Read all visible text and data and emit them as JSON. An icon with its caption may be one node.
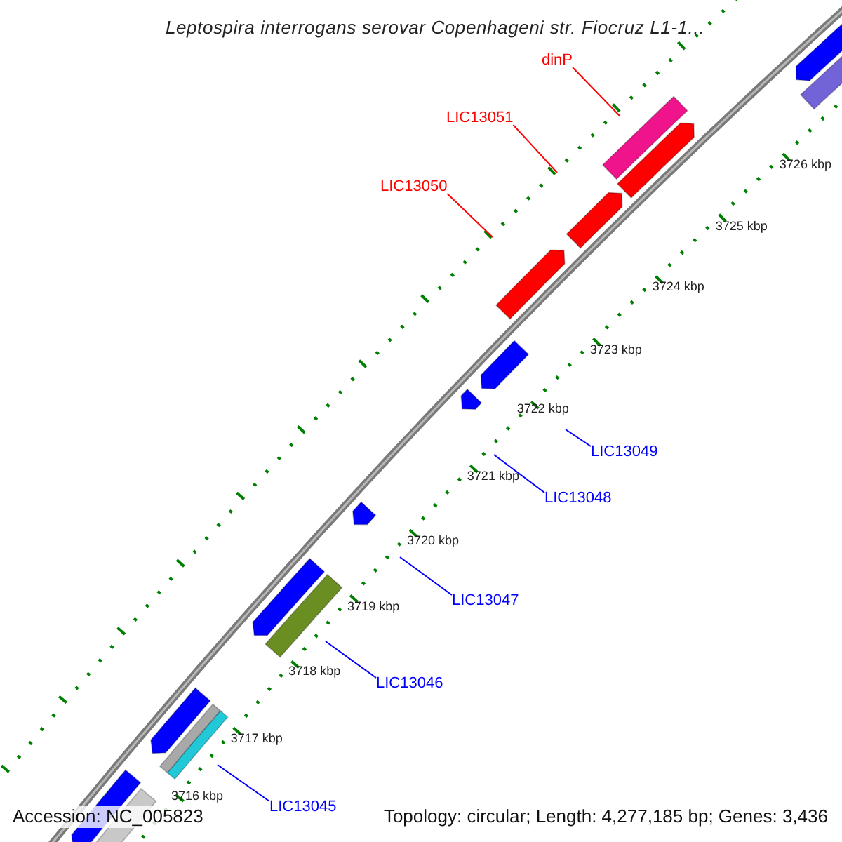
{
  "diagram": {
    "title": "Leptospira interrogans serovar Copenhageni str. Fiocruz L1-1...",
    "nodes": [
      {
        "text": [
          "dinP"
        ]
      },
      {
        "text": [
          "LIC13051"
        ]
      },
      {
        "text": [
          "LIC13050"
        ]
      },
      {
        "text": [
          "LIC13049"
        ]
      },
      {
        "text": [
          "LIC13048"
        ]
      },
      {
        "text": [
          "LIC13047"
        ]
      },
      {
        "text": [
          "LIC13046"
        ]
      },
      {
        "text": [
          "LIC13045"
        ]
      }
    ],
    "edges": [
      {
        "from": 0,
        "to": null,
        "arrow": "none",
        "color": "#ff0000"
      },
      {
        "from": 1,
        "to": null,
        "arrow": "none",
        "color": "#ff0000"
      },
      {
        "from": 2,
        "to": null,
        "arrow": "none",
        "color": "#ff0000"
      },
      {
        "from": 3,
        "to": null,
        "arrow": "none"
      },
      {
        "from": 4,
        "to": null,
        "arrow": "none"
      },
      {
        "from": 5,
        "to": null,
        "arrow": "none"
      },
      {
        "from": 6,
        "to": null,
        "arrow": "none"
      },
      {
        "from": 7,
        "to": null,
        "arrow": "none"
      }
    ],
    "labels": [
      "3726 kbp",
      "3725 kbp",
      "3724 kbp",
      "3723 kbp",
      "3722 kbp",
      "3721 kbp",
      "3720 kbp",
      "3719 kbp",
      "3718 kbp",
      "3717 kbp",
      "3716 kbp",
      "Accession: NC_005823",
      "Topology: circular; Length: 4,277,185 bp; Genes: 3,436"
    ]
  }
}
